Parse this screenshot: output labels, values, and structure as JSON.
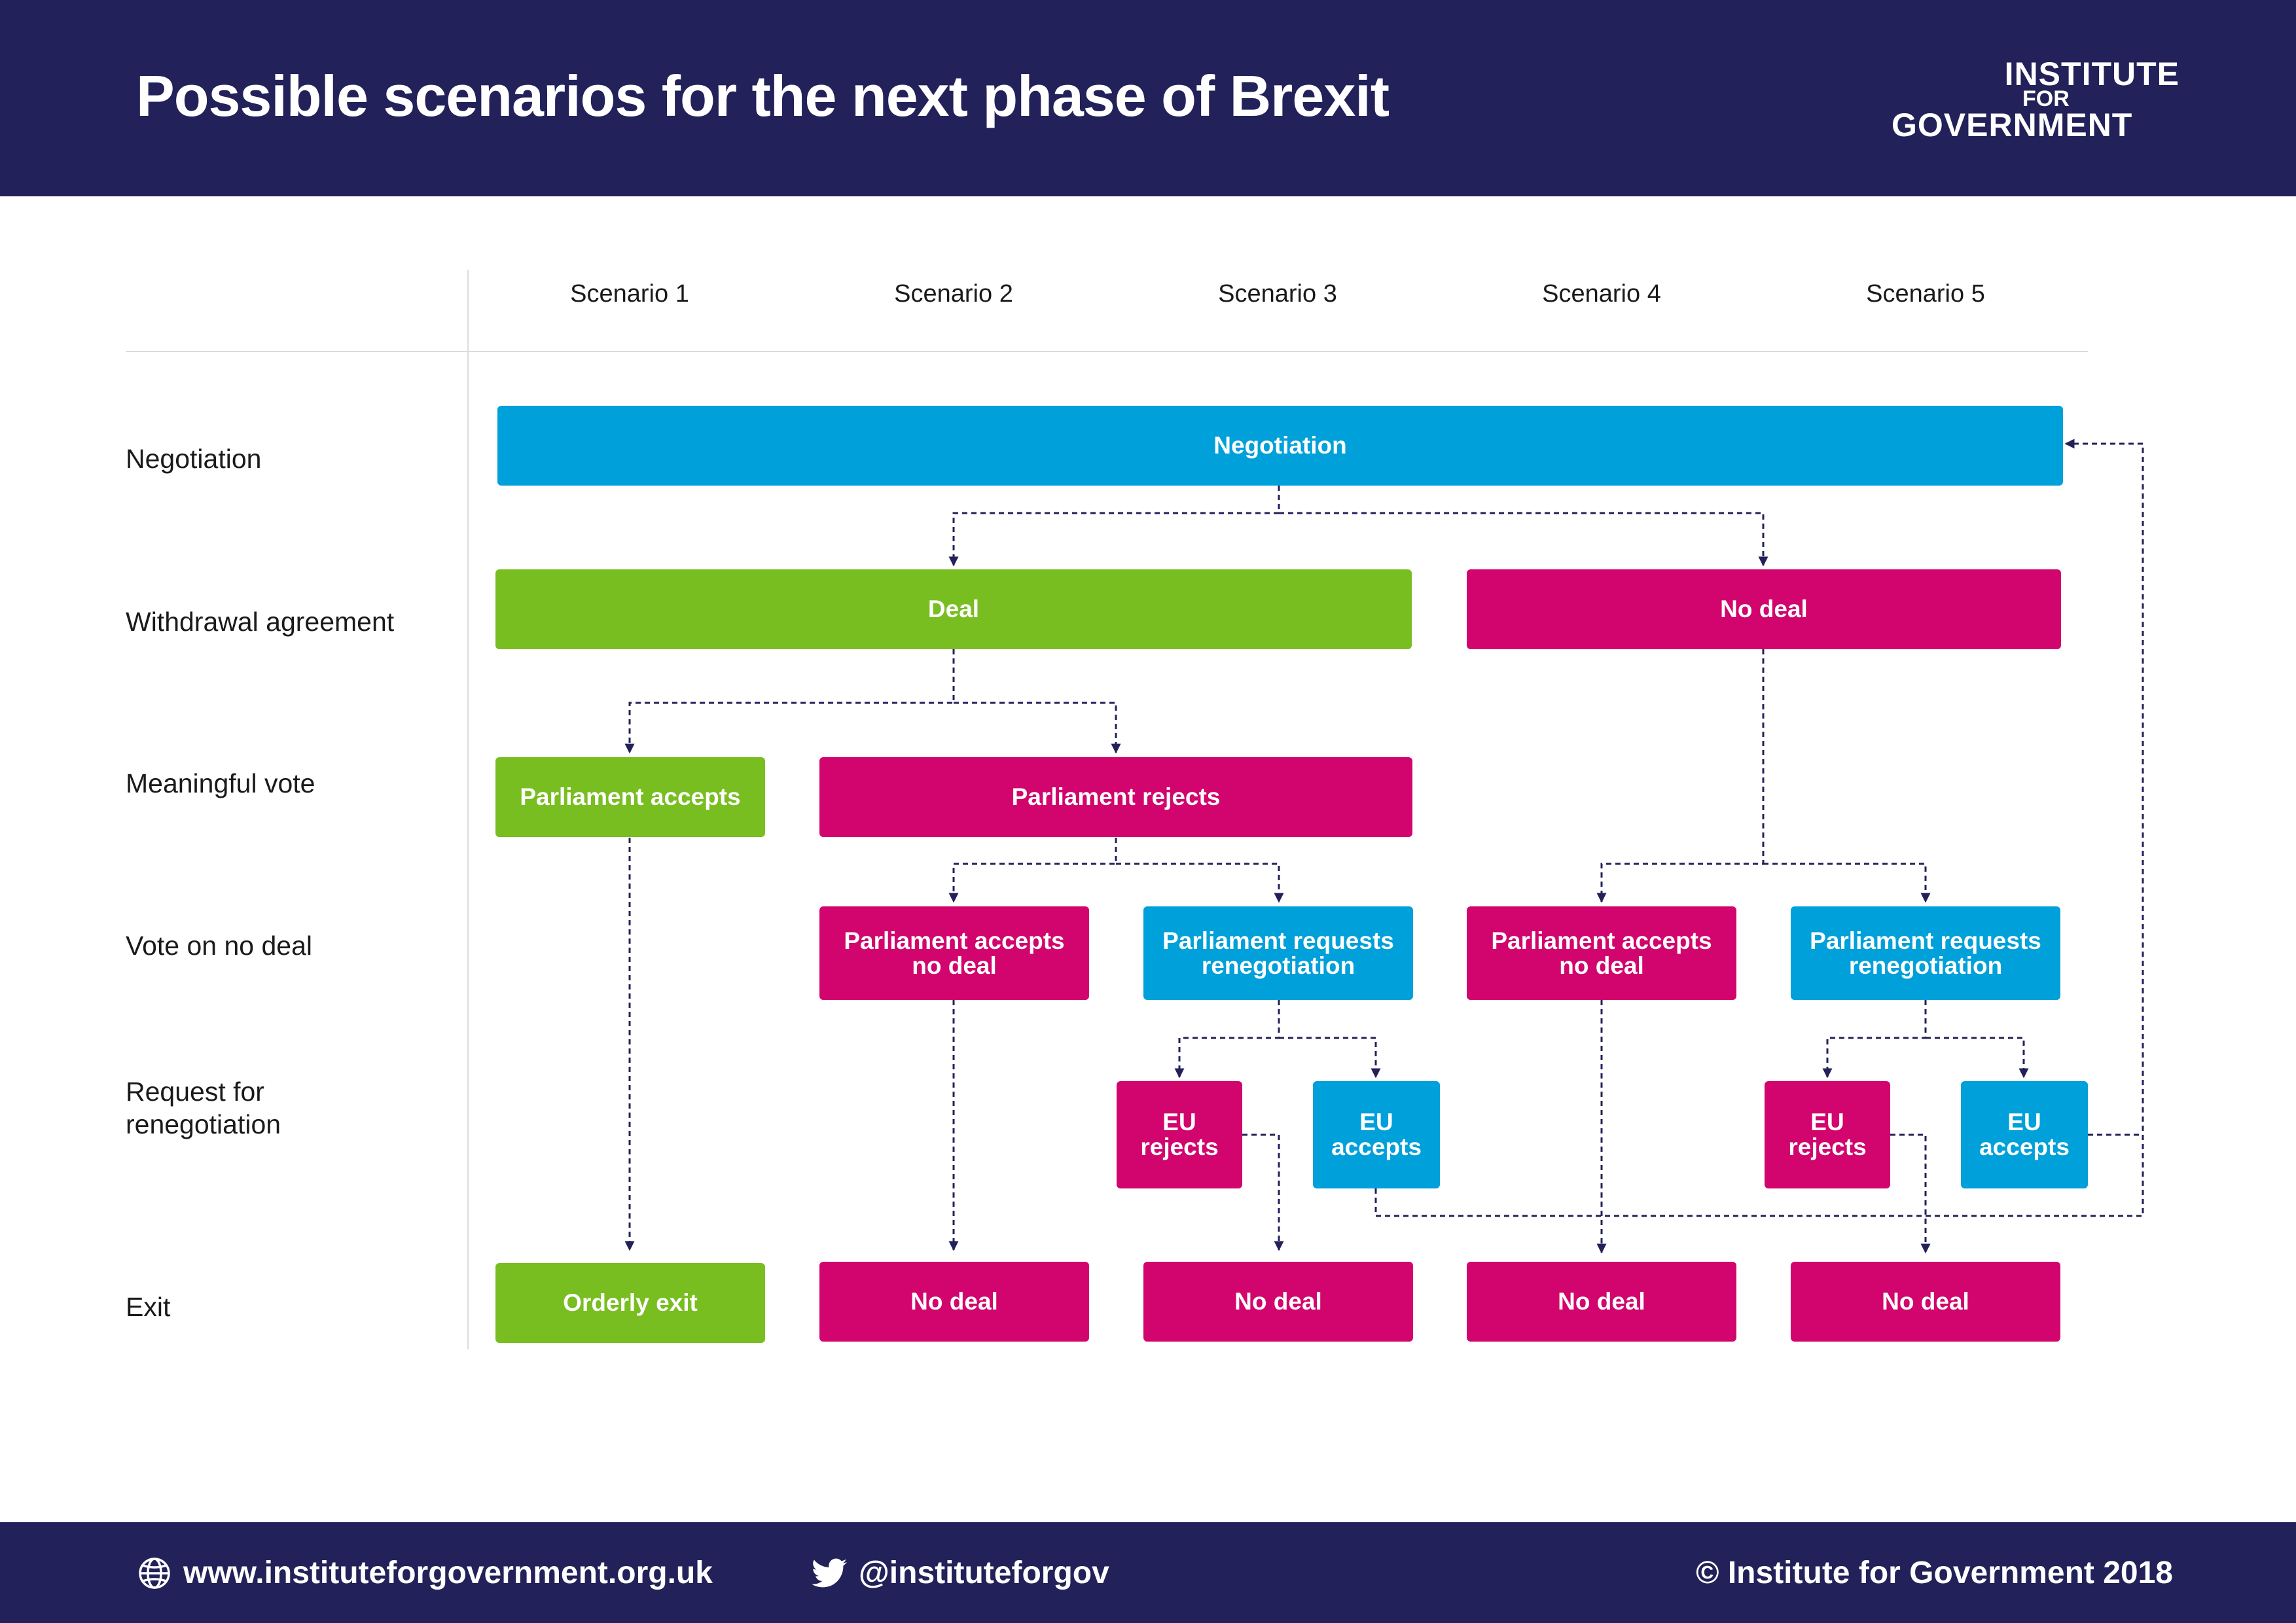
{
  "header": {
    "title": "Possible scenarios for the next phase of Brexit",
    "logo_line1": "INSTITUTE",
    "logo_line2": "FOR",
    "logo_line3": "GOVERNMENT"
  },
  "columns": [
    "Scenario 1",
    "Scenario 2",
    "Scenario 3",
    "Scenario 4",
    "Scenario 5"
  ],
  "rows": {
    "negotiation": "Negotiation",
    "withdrawal": "Withdrawal agreement",
    "meaningful_vote": "Meaningful vote",
    "vote_no_deal": "Vote on no deal",
    "request_renegotiation_1": "Request for",
    "request_renegotiation_2": "renegotiation",
    "exit": "Exit"
  },
  "boxes": {
    "negotiation": "Negotiation",
    "deal": "Deal",
    "no_deal": "No deal",
    "parliament_accepts": "Parliament accepts",
    "parliament_rejects": "Parliament rejects",
    "s2_accepts_no_deal": "Parliament accepts no deal",
    "s3_requests_reneg": "Parliament requests renegotiation",
    "s4_accepts_no_deal": "Parliament accepts no deal",
    "s5_requests_reneg": "Parliament requests renegotiation",
    "s3_eu_rejects": "EU rejects",
    "s3_eu_accepts": "EU accepts",
    "s5_eu_rejects": "EU rejects",
    "s5_eu_accepts": "EU accepts",
    "exit_orderly": "Orderly exit",
    "exit_s2": "No deal",
    "exit_s3": "No deal",
    "exit_s4": "No deal",
    "exit_s5": "No deal"
  },
  "colors": {
    "navy": "#222159",
    "blue": "#00a0da",
    "green": "#78be21",
    "pink": "#d2046d"
  },
  "footer": {
    "website": "www.instituteforgovernment.org.uk",
    "twitter": "@instituteforgov",
    "copyright": "© Institute for Government 2018",
    "icons": [
      "globe-icon",
      "twitter-icon"
    ]
  }
}
